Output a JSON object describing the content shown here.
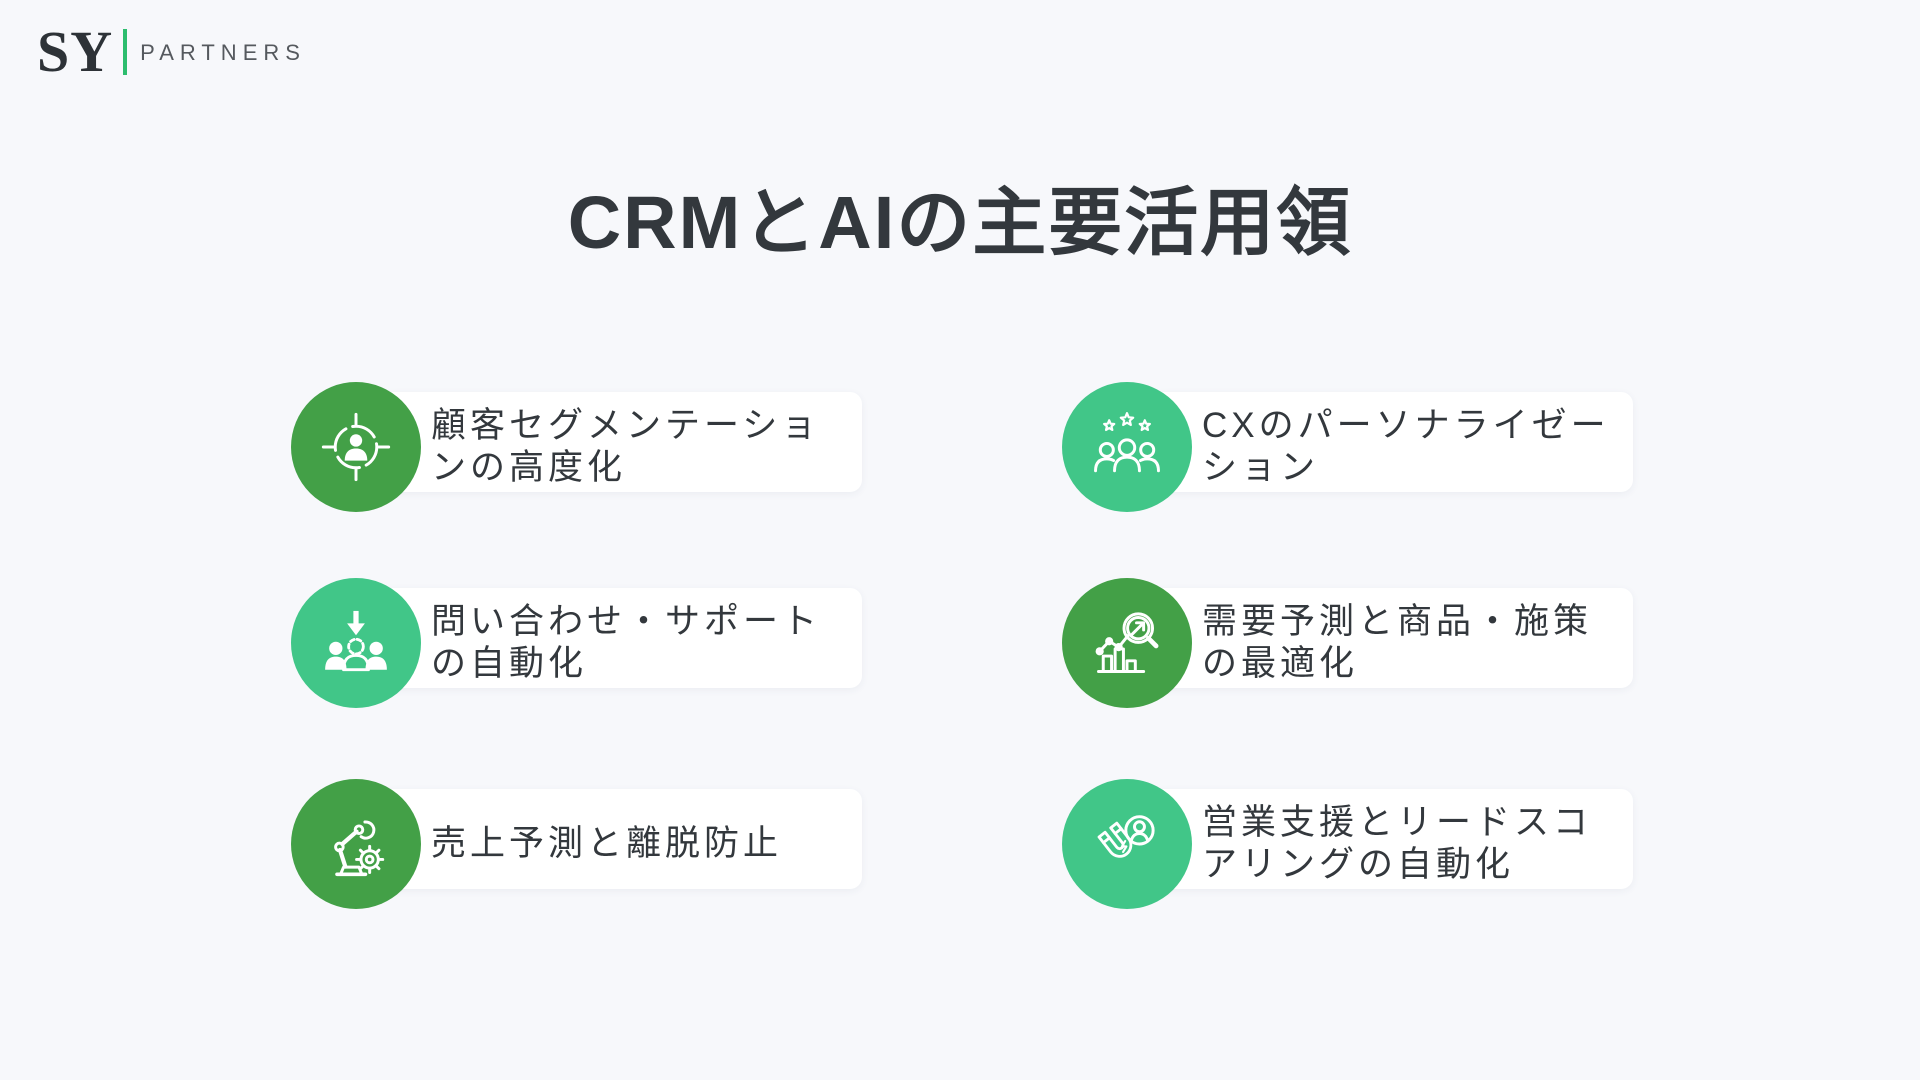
{
  "brand": {
    "mark": "SY",
    "name": "PARTNERS"
  },
  "title": "CRMとAIの主要活用領",
  "colors": {
    "background": "#f7f8fb",
    "card": "#ffffff",
    "green_dark": "#43a047",
    "green_light": "#41c688",
    "logo_bar": "#2dbd6e",
    "text": "#33383d"
  },
  "items": [
    {
      "icon": "target-customer-icon",
      "variant": "dark",
      "label": "顧客セグメンテーションの高度化"
    },
    {
      "icon": "customer-satisfaction-icon",
      "variant": "light",
      "label": "CXのパーソナライゼーション"
    },
    {
      "icon": "support-automation-icon",
      "variant": "light",
      "label": "問い合わせ・サポートの自動化"
    },
    {
      "icon": "demand-forecast-icon",
      "variant": "dark",
      "label": "需要予測と商品・施策の最適化"
    },
    {
      "icon": "robot-arm-icon",
      "variant": "dark",
      "label": "売上予測と離脱防止"
    },
    {
      "icon": "lead-magnet-icon",
      "variant": "light",
      "label": "営業支援とリードスコアリングの自動化"
    }
  ]
}
